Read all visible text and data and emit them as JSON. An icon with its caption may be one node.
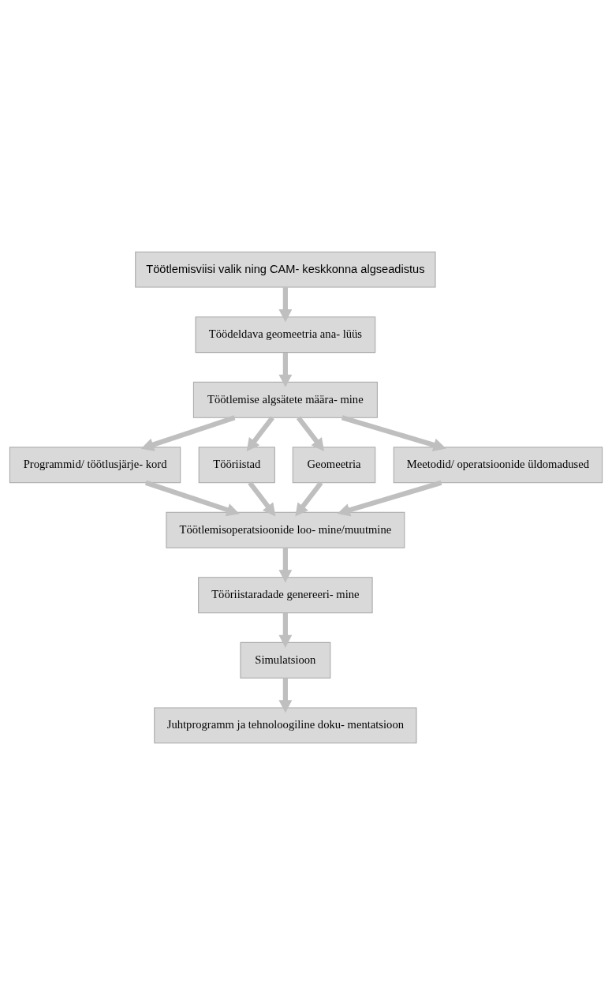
{
  "diagram": {
    "nodes": [
      {
        "text": [
          "Töötlemisviisi valik ning CAM- keskkonna algseadistus"
        ]
      },
      {
        "text": [
          "Töödeldava geomeetria ana- lüüs"
        ]
      },
      {
        "text": [
          "Töötlemise algsätete määra- mine"
        ]
      },
      {
        "text": [
          "Programmid/ töötlusjärje- kord"
        ]
      },
      {
        "text": [
          "Tööriistad"
        ]
      },
      {
        "text": [
          "Geomeetria"
        ]
      },
      {
        "text": [
          "Meetodid/ operatsioonide üldomadused"
        ]
      },
      {
        "text": [
          "Töötlemisoperatsioonide loo- mine/muutmine"
        ]
      },
      {
        "text": [
          "Tööriistaradade genereeri- mine"
        ]
      },
      {
        "text": [
          "Simulatsioon"
        ]
      },
      {
        "text": [
          "Juhtprogramm ja tehnoloogiline doku- mentatsioon"
        ]
      }
    ],
    "edges": [
      {
        "from": 0,
        "to": 1,
        "arrow": "to"
      },
      {
        "from": 1,
        "to": 2,
        "arrow": "to"
      },
      {
        "from": 2,
        "to": 3,
        "arrow": "to"
      },
      {
        "from": 2,
        "to": 4,
        "arrow": "to"
      },
      {
        "from": 2,
        "to": 5,
        "arrow": "to"
      },
      {
        "from": 2,
        "to": 6,
        "arrow": "to"
      },
      {
        "from": 3,
        "to": 7,
        "arrow": "to"
      },
      {
        "from": 4,
        "to": 7,
        "arrow": "to"
      },
      {
        "from": 5,
        "to": 7,
        "arrow": "to"
      },
      {
        "from": 6,
        "to": 7,
        "arrow": "to"
      },
      {
        "from": 7,
        "to": 8,
        "arrow": "to"
      },
      {
        "from": 8,
        "to": 9,
        "arrow": "to"
      },
      {
        "from": 9,
        "to": 10,
        "arrow": "to"
      }
    ]
  }
}
